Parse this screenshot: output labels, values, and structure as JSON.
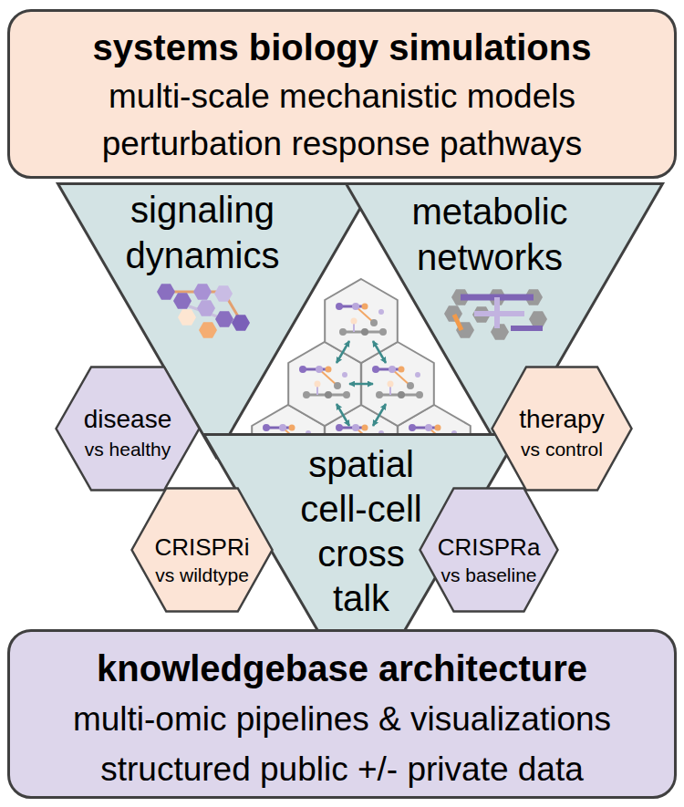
{
  "diagram": {
    "nodes": [
      {
        "text": [
          "systems biology simulations",
          "multi-scale mechanistic models",
          "perturbation response pathways"
        ]
      },
      {
        "text": [
          "signaling dynamics"
        ]
      },
      {
        "text": [
          "metabolic networks"
        ]
      },
      {
        "text": [
          "disease",
          "vs healthy"
        ]
      },
      {
        "text": [
          "therapy",
          "vs control"
        ]
      },
      {
        "text": [
          "spatial cell-cell cross talk"
        ]
      },
      {
        "text": [
          "CRISPRi",
          "vs wildtype"
        ]
      },
      {
        "text": [
          "CRISPRa",
          "vs baseline"
        ]
      },
      {
        "text": [
          "knowledgebase architecture",
          "multi-omic pipelines & visualizations",
          "structured public +/- private data"
        ]
      }
    ]
  }
}
